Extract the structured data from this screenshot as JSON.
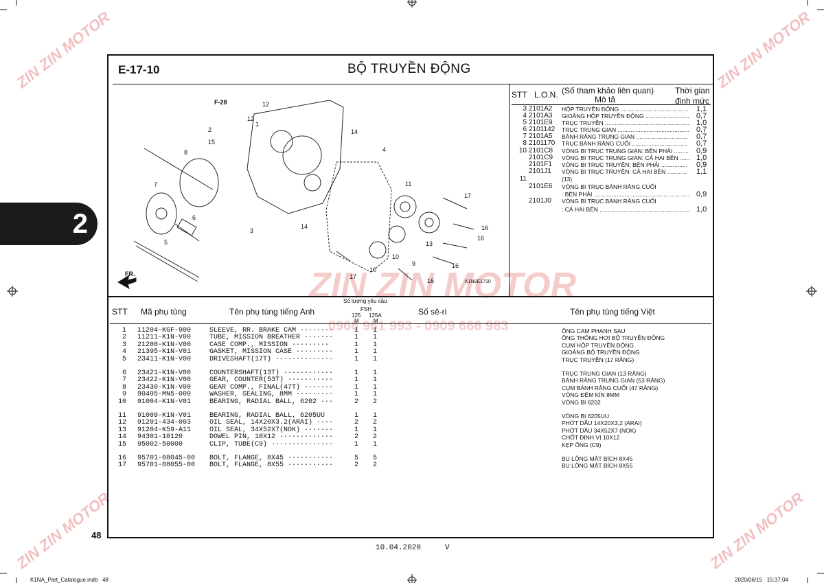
{
  "page": {
    "code": "E-17-10",
    "title": "BỘ TRUYỀN ĐỘNG",
    "chapter_tab": "2",
    "page_number": "48",
    "footer_date": "10.04.2020",
    "footer_mark": "V",
    "file_name": "K1NA_Part_Catalogue.indb   48",
    "file_timestamp": "2020/06/15   15:37:04"
  },
  "watermark": {
    "brand": "ZIN ZIN MOTOR",
    "phone": "0966 961 993 - 0909 666 983"
  },
  "diagram": {
    "ref_label": "F-28",
    "direction_label": "FR.",
    "figure_code": "K1N8E1710",
    "part_callouts": [
      "12",
      "12",
      "1",
      "2",
      "15",
      "14",
      "4",
      "8",
      "7",
      "11",
      "17",
      "6",
      "14",
      "3",
      "16",
      "16",
      "5",
      "13",
      "10",
      "9",
      "16",
      "17",
      "10",
      "16"
    ]
  },
  "ref_table": {
    "headers": {
      "stt": "STT",
      "lon": "L.O.N.",
      "desc_top": "(Số tham khảo liên quan)",
      "desc_bottom": "Mô tả",
      "time_top": "Thời gian",
      "time_bottom": "định mức"
    },
    "rows": [
      {
        "stt": "3",
        "lon": "2101A2",
        "desc": "HỘP TRUYỀN ĐỘNG ..........................................",
        "time": "1,1"
      },
      {
        "stt": "4",
        "lon": "2101A3",
        "desc": "GIOĂNG HỘP TRUYỀN ĐỘNG ...........................",
        "time": "0,7"
      },
      {
        "stt": "5",
        "lon": "2101E9",
        "desc": "TRỤC TRUYỀN ....................................................",
        "time": "1,0"
      },
      {
        "stt": "6",
        "lon": "2101142",
        "desc": "TRỤC TRUNG GIAN ............................................",
        "time": "0,7"
      },
      {
        "stt": "7",
        "lon": "2101A5",
        "desc": "BÁNH RĂNG TRUNG GIAN ................................",
        "time": "0,7"
      },
      {
        "stt": "8",
        "lon": "2101170",
        "desc": "TRỤC BÁNH RĂNG CUỐI ..................................",
        "time": "0,7"
      },
      {
        "stt": "10",
        "lon": "2101C8",
        "desc": "VÒNG BI TRỤC TRUNG GIAN: BÊN PHẢI .........",
        "time": "0,9"
      },
      {
        "stt": "",
        "lon": "2101C9",
        "desc": "VÒNG BI TRỤC TRUNG GIAN: CẢ HAI BÊN ......",
        "time": "1,0"
      },
      {
        "stt": "",
        "lon": "2101F1",
        "desc": "VÒNG BI TRỤC TRUYỀN: BÊN PHẢI ................",
        "time": "0,9"
      },
      {
        "stt": "",
        "lon": "2101J1",
        "desc": "VÒNG BI TRỤC TRUYỀN: CẢ HAI BÊN ............",
        "time": "1,1"
      },
      {
        "stt": "11",
        "lon": "",
        "desc": "(13)",
        "time": ""
      },
      {
        "stt": "",
        "lon": "2101E6",
        "desc": "VÒNG BI TRỤC BÁNH RĂNG CUỐI",
        "time": ""
      },
      {
        "stt": "",
        "lon": "",
        "desc": ": BÊN PHẢI ...........................................................",
        "time": "0,9"
      },
      {
        "stt": "",
        "lon": "2101J0",
        "desc": "VÒNG BI TRỤC BÁNH RĂNG CUỐI",
        "time": ""
      },
      {
        "stt": "",
        "lon": "",
        "desc": ": CẢ HAI BÊN ........................................................",
        "time": "1,0"
      }
    ]
  },
  "parts_table": {
    "headers": {
      "stt": "STT",
      "part_no": "Mã phụ tùng",
      "name_en": "Tên phụ tùng tiếng Anh",
      "qty": "Số lượng yêu cầu",
      "qty_model": "FSH",
      "qty_col1": "125",
      "qty_col1b": "M",
      "qty_col2": "125A",
      "qty_col2b": "M",
      "serial": "Số sê-ri",
      "name_vi": "Tên phụ tùng tiếng Việt"
    },
    "rows": [
      {
        "stt": "1",
        "part_no": "11204-KGF-900",
        "name_en": "SLEEVE, RR. BRAKE CAM ········",
        "q1": "1",
        "q2": "1",
        "name_vi": "ỐNG CAM PHANH SAU"
      },
      {
        "stt": "2",
        "part_no": "11211-K1N-V00",
        "name_en": "TUBE, MISSION BREATHER ·······",
        "q1": "1",
        "q2": "1",
        "name_vi": "ỐNG THÔNG HƠI BỘ TRUYỀN ĐỘNG"
      },
      {
        "stt": "3",
        "part_no": "21200-K1N-V00",
        "name_en": "CASE COMP., MISSION ·········",
        "q1": "1",
        "q2": "1",
        "name_vi": "CỤM HỘP TRUYỀN ĐỘNG"
      },
      {
        "stt": "4",
        "part_no": "21395-K1N-V01",
        "name_en": "GASKET, MISSION CASE ·········",
        "q1": "1",
        "q2": "1",
        "name_vi": "GIOĂNG BỘ TRUYỀN ĐỘNG"
      },
      {
        "stt": "5",
        "part_no": "23411-K1N-V00",
        "name_en": "DRIVESHAFT(17T) ··············",
        "q1": "1",
        "q2": "1",
        "name_vi": "TRỤC TRUYỀN (17 RĂNG)"
      },
      {
        "stt": "6",
        "part_no": "23421-K1N-V00",
        "name_en": "COUNTERSHAFT(13T) ············",
        "q1": "1",
        "q2": "1",
        "name_vi": "TRỤC TRUNG GIAN (13 RĂNG)"
      },
      {
        "stt": "7",
        "part_no": "23422-K1N-V00",
        "name_en": "GEAR, COUNTER(53T) ···········",
        "q1": "1",
        "q2": "1",
        "name_vi": "BÁNH RĂNG TRUNG GIAN (53 RĂNG)"
      },
      {
        "stt": "8",
        "part_no": "23430-K1N-V00",
        "name_en": "GEAR COMP., FINAL(47T) ·······",
        "q1": "1",
        "q2": "1",
        "name_vi": "CỤM BÁNH RĂNG CUỐI (47 RĂNG)"
      },
      {
        "stt": "9",
        "part_no": "90495-MN5-000",
        "name_en": "WASHER, SEALING, 8MM ·········",
        "q1": "1",
        "q2": "1",
        "name_vi": "VÒNG ĐỆM KÍN 8MM"
      },
      {
        "stt": "10",
        "part_no": "91004-K1N-V01",
        "name_en": "BEARING, RADIAL BALL, 6202 ···",
        "q1": "2",
        "q2": "2",
        "name_vi": "VÒNG BI 6202"
      },
      {
        "stt": "11",
        "part_no": "91009-K1N-V01",
        "name_en": "BEARING, RADIAL BALL, 6205UU",
        "q1": "1",
        "q2": "1",
        "name_vi": "VÒNG BI 6205UU"
      },
      {
        "stt": "12",
        "part_no": "91201-434-003",
        "name_en": "OIL SEAL, 14X20X3.2(ARAI) ····",
        "q1": "2",
        "q2": "2",
        "name_vi": "PHỚT DẦU 14X20X3,2 (ARAI)"
      },
      {
        "stt": "13",
        "part_no": "91204-K59-A11",
        "name_en": "OIL SEAL, 34X52X7(NOK) ·······",
        "q1": "1",
        "q2": "1",
        "name_vi": "PHỚT DẦU 34X52X7 (NOK)"
      },
      {
        "stt": "14",
        "part_no": "94301-10120",
        "name_en": "DOWEL PIN, 10X12 ·············",
        "q1": "2",
        "q2": "2",
        "name_vi": "CHỐT ĐỊNH VỊ 10X12"
      },
      {
        "stt": "15",
        "part_no": "95002-50000",
        "name_en": "CLIP, TUBE(C9) ···············",
        "q1": "1",
        "q2": "1",
        "name_vi": "KẸP ỐNG (C9)"
      },
      {
        "stt": "16",
        "part_no": "95701-08045-00",
        "name_en": "BOLT, FLANGE, 8X45 ···········",
        "q1": "5",
        "q2": "5",
        "name_vi": "BU LÔNG MẶT BÍCH 8X45"
      },
      {
        "stt": "17",
        "part_no": "95701-08055-00",
        "name_en": "BOLT, FLANGE, 8X55 ···········",
        "q1": "2",
        "q2": "2",
        "name_vi": "BU LÔNG MẶT BÍCH 8X55"
      }
    ]
  }
}
